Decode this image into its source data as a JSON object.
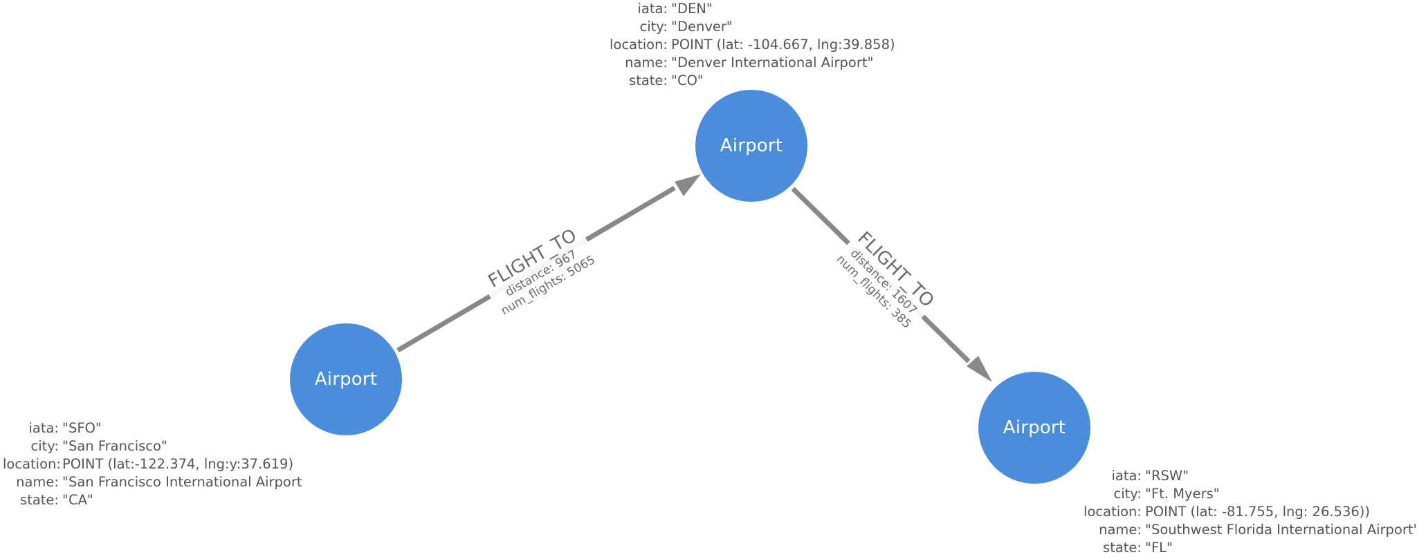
{
  "nodes": {
    "den": {
      "label": "Airport",
      "properties": [
        {
          "key": "iata:",
          "value": "\"DEN\""
        },
        {
          "key": "city:",
          "value": "\"Denver\""
        },
        {
          "key": "location:",
          "value": "POINT (lat: -104.667, lng:39.858)"
        },
        {
          "key": "name:",
          "value": "\"Denver International Airport\""
        },
        {
          "key": "state:",
          "value": "\"CO\""
        }
      ]
    },
    "sfo": {
      "label": "Airport",
      "properties": [
        {
          "key": "iata:",
          "value": "\"SFO\""
        },
        {
          "key": "city:",
          "value": "\"San Francisco\""
        },
        {
          "key": "location:",
          "value": "POINT (lat:-122.374, lng:y:37.619)"
        },
        {
          "key": "name:",
          "value": "\"San Francisco International Airport"
        },
        {
          "key": "state:",
          "value": "\"CA\""
        }
      ]
    },
    "rsw": {
      "label": "Airport",
      "properties": [
        {
          "key": "iata:",
          "value": "\"RSW\""
        },
        {
          "key": "city:",
          "value": "\"Ft. Myers\""
        },
        {
          "key": "location:",
          "value": "POINT (lat: -81.755, lng: 26.536))"
        },
        {
          "key": "name:",
          "value": "\"Southwest Florida International Airport\""
        },
        {
          "key": "state:",
          "value": "\"FL\""
        }
      ]
    }
  },
  "edges": {
    "sfo_den": {
      "type": "FLIGHT_TO",
      "distance": "distance: 967",
      "num_flights": "num_flights: 5065"
    },
    "den_rsw": {
      "type": "FLIGHT_TO",
      "distance": "distance: 1607",
      "num_flights": "num_flights: 385"
    }
  },
  "colors": {
    "node_fill": "#4a8ddc",
    "edge": "#888888",
    "text": "#555555"
  }
}
